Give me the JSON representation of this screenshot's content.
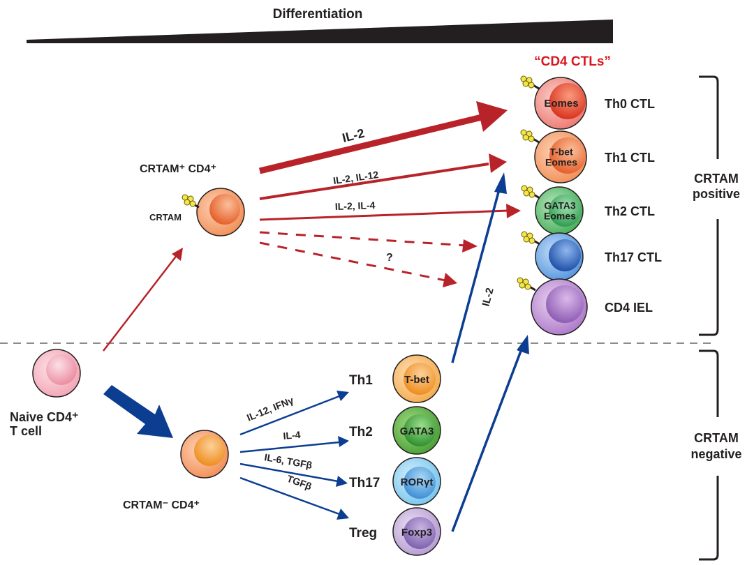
{
  "title": "Differentiation",
  "cd4_ctls_label": "“CD4 CTLs”",
  "colors": {
    "red_arrow": "#b8232a",
    "blue_arrow": "#0b3d91",
    "title_red": "#d7191f",
    "text": "#231f20"
  },
  "naive": {
    "line1": "Naive CD4⁺",
    "line2": "T cell"
  },
  "crtam_pos": {
    "label": "CRTAM⁺ CD4⁺",
    "receptor": "CRTAM"
  },
  "crtam_neg": {
    "label": "CRTAM⁻ CD4⁺"
  },
  "red_pathways": [
    {
      "label": "IL-2",
      "style": "thick"
    },
    {
      "label": "IL-2, IL-12",
      "style": "solid"
    },
    {
      "label": "IL-2, IL-4",
      "style": "solid"
    },
    {
      "label": "?",
      "style": "dashed"
    }
  ],
  "blue_il2": "IL-2",
  "ctl_cells": [
    {
      "name": "Th0 CTL",
      "tf": [
        "Eomes"
      ]
    },
    {
      "name": "Th1 CTL",
      "tf": [
        "T-bet",
        "Eomes"
      ]
    },
    {
      "name": "Th2 CTL",
      "tf": [
        "GATA3",
        "Eomes"
      ]
    },
    {
      "name": "Th17 CTL",
      "tf": []
    },
    {
      "name": "CD4 IEL",
      "tf": []
    }
  ],
  "helper_cells": [
    {
      "name": "Th1",
      "tf": "T-bet",
      "cytokine": "IL-12, IFNγ"
    },
    {
      "name": "Th2",
      "tf": "GATA3",
      "cytokine": "IL-4"
    },
    {
      "name": "Th17",
      "tf": "RORγt",
      "cytokine": "IL-6, TGFβ"
    },
    {
      "name": "Treg",
      "tf": "Foxp3",
      "cytokine": "TGFβ"
    }
  ],
  "brackets": {
    "positive": [
      "CRTAM",
      "positive"
    ],
    "negative": [
      "CRTAM",
      "negative"
    ]
  }
}
